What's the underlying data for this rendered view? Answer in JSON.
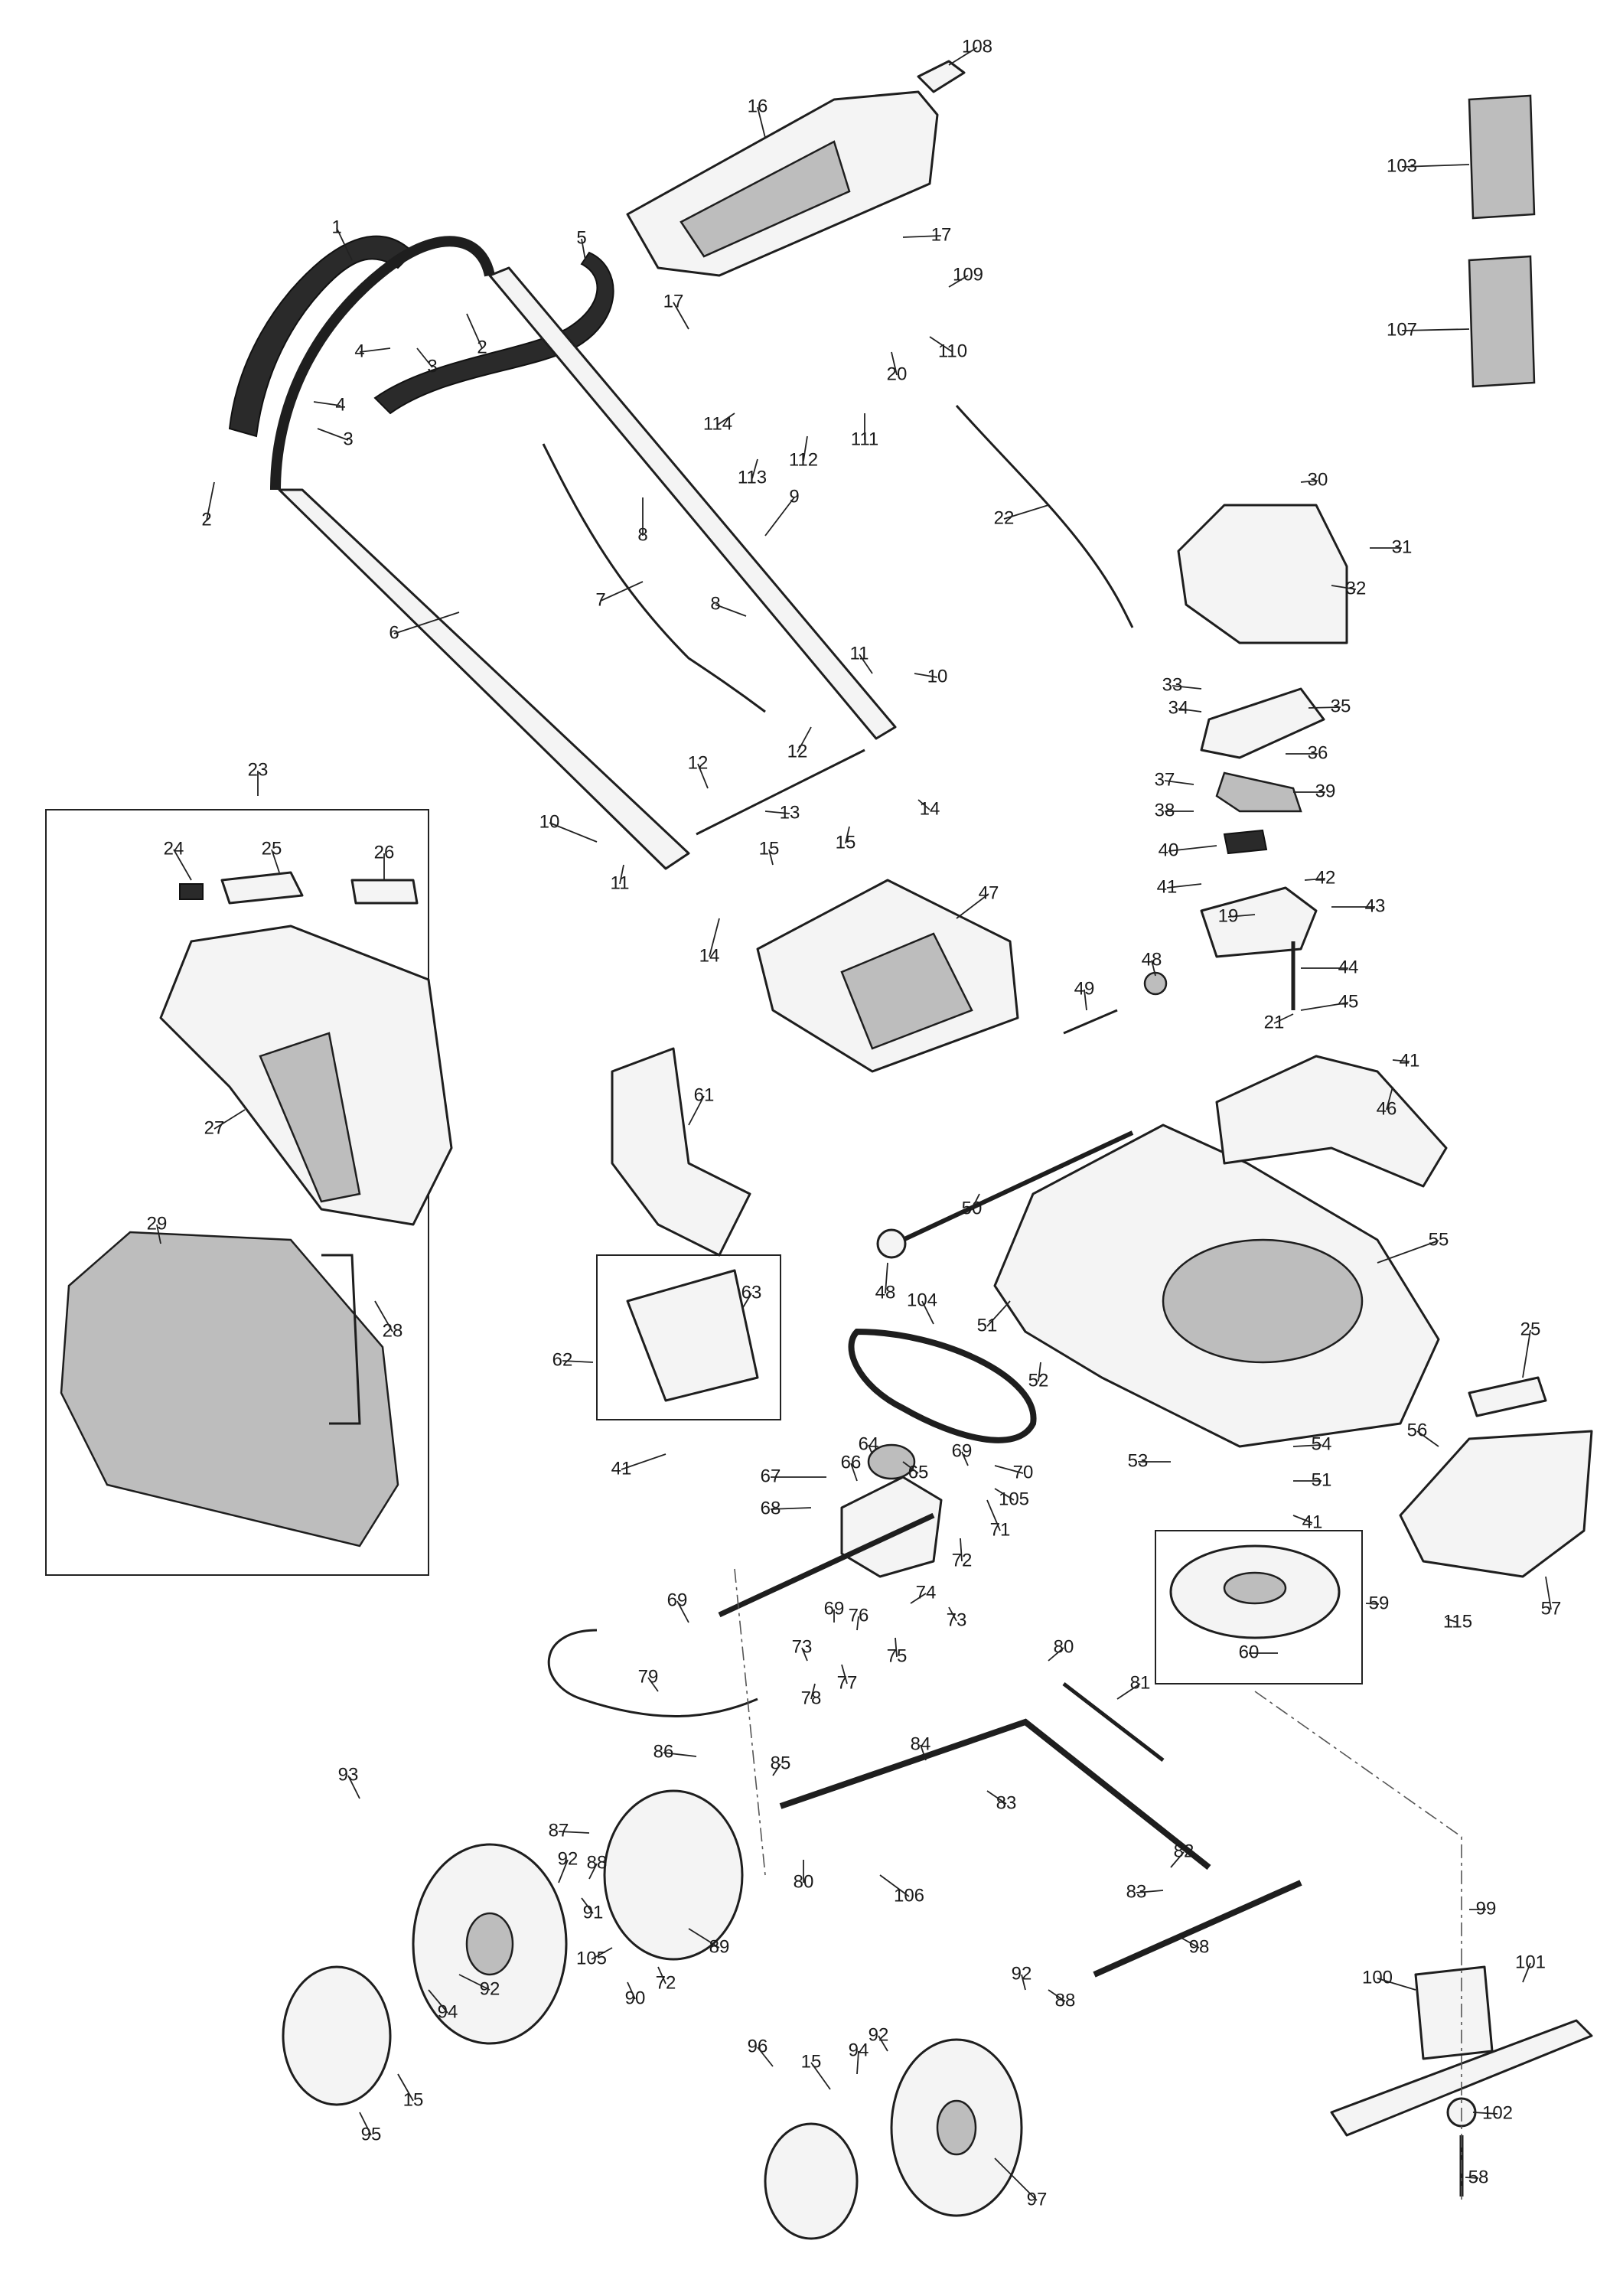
{
  "callouts": [
    "1",
    "2",
    "3",
    "4",
    "5",
    "6",
    "7",
    "8",
    "9",
    "10",
    "11",
    "12",
    "13",
    "14",
    "15",
    "16",
    "17",
    "19",
    "20",
    "21",
    "22",
    "23",
    "24",
    "25",
    "26",
    "27",
    "28",
    "29",
    "30",
    "31",
    "32",
    "33",
    "34",
    "35",
    "36",
    "37",
    "38",
    "39",
    "40",
    "41",
    "42",
    "43",
    "44",
    "45",
    "46",
    "47",
    "48",
    "49",
    "50",
    "51",
    "52",
    "53",
    "54",
    "55",
    "56",
    "57",
    "58",
    "59",
    "60",
    "61",
    "62",
    "63",
    "64",
    "65",
    "66",
    "67",
    "68",
    "69",
    "70",
    "71",
    "72",
    "73",
    "74",
    "75",
    "76",
    "77",
    "78",
    "79",
    "80",
    "81",
    "82",
    "83",
    "84",
    "85",
    "86",
    "87",
    "88",
    "89",
    "90",
    "91",
    "92",
    "93",
    "94",
    "95",
    "96",
    "97",
    "98",
    "99",
    "100",
    "101",
    "102",
    "103",
    "104",
    "105",
    "106",
    "107",
    "108",
    "109",
    "110",
    "111",
    "112",
    "113",
    "114",
    "115"
  ]
}
